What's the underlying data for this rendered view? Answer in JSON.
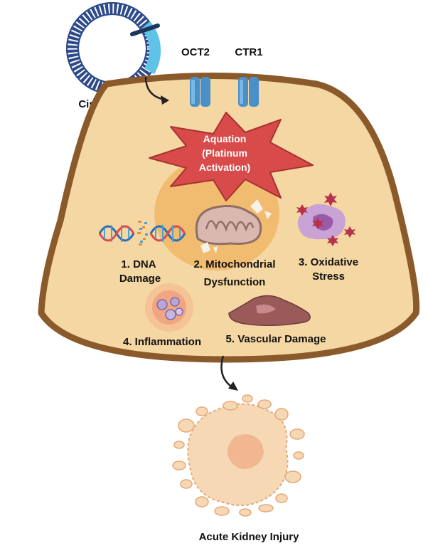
{
  "drug": {
    "label": "Cisplatin"
  },
  "transporters": [
    {
      "label": "OCT2"
    },
    {
      "label": "CTR1"
    }
  ],
  "activation": {
    "line1": "Aquation",
    "line2": "(Platinum",
    "line3": "Activation)"
  },
  "mechanisms": [
    {
      "line1": "1.  DNA",
      "line2": "Damage"
    },
    {
      "line1": "2. Mitochondrial",
      "line2": "Dysfunction"
    },
    {
      "line1": "3. Oxidative",
      "line2": "Stress"
    },
    {
      "line1": "4. Inflammation"
    },
    {
      "line1": "5. Vascular Damage"
    }
  ],
  "outcome": {
    "label": "Acute Kidney Injury"
  },
  "colors": {
    "cell_fill": "#f5d7a3",
    "cell_border": "#8b5a2b",
    "star_fill": "#d94b4b",
    "nucleus": "#f0b766",
    "channel": "#4a90c8",
    "ring": "#2d4a8a"
  }
}
